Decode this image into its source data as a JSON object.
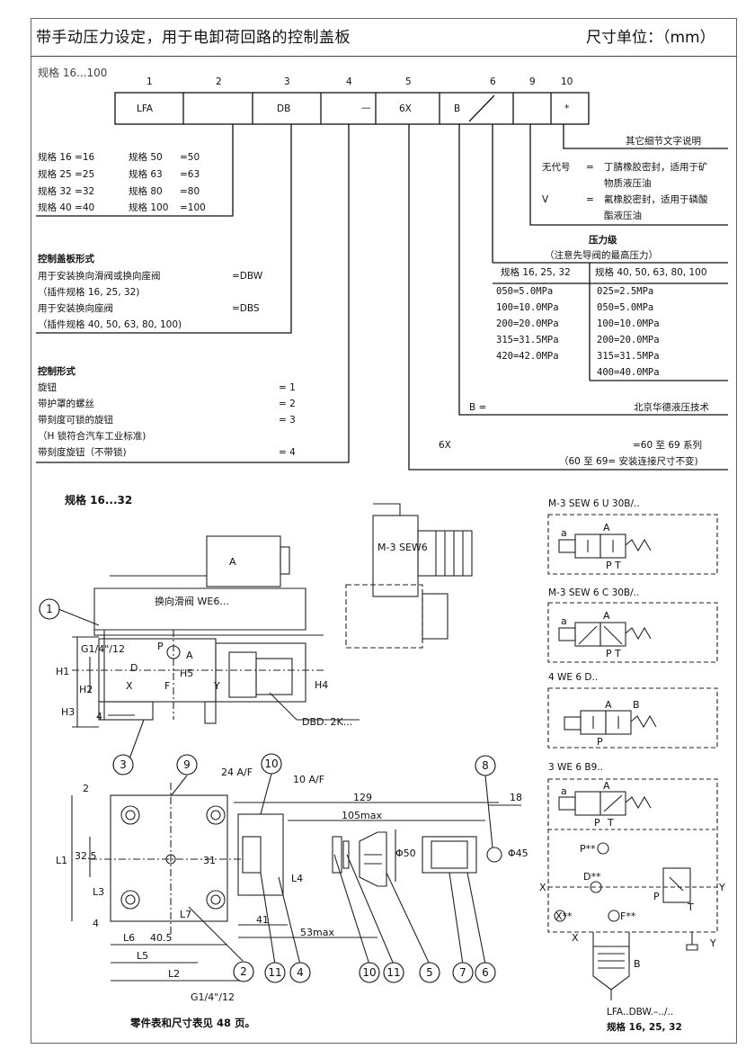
{
  "header": {
    "title": "带手动压力设定，用于电卸荷回路的控制盖板",
    "unit": "尺寸单位：（mm）"
  },
  "code": {
    "series_label": "规格 16...100",
    "positions": [
      "1",
      "2",
      "3",
      "4",
      "5",
      "6",
      "9",
      "10"
    ],
    "boxes": [
      "LFA",
      "",
      "DB",
      "—",
      "6X",
      "B",
      "",
      "*"
    ]
  },
  "sizes": {
    "rows": [
      [
        "规格 16 =16",
        "规格 50",
        "=50"
      ],
      [
        "规格 25 =25",
        "规格 63",
        "=63"
      ],
      [
        "规格 32 =32",
        "规格 80",
        "=80"
      ],
      [
        "规格 40 =40",
        "规格 100",
        "=100"
      ]
    ]
  },
  "cover_type": {
    "title": "控制盖板形式",
    "lines": [
      {
        "text": "用于安装换向滑阀或换向座阀",
        "code": "=DBW"
      },
      {
        "text": "（插件规格 16, 25, 32)",
        "code": ""
      },
      {
        "text": "用于安装换向座阀",
        "code": "=DBS"
      },
      {
        "text": "（插件规格 40, 50, 63, 80, 100)",
        "code": ""
      }
    ]
  },
  "control_type": {
    "title": "控制形式",
    "lines": [
      {
        "text": "旋钮",
        "code": "= 1"
      },
      {
        "text": "带护罩的螺丝",
        "code": "= 2"
      },
      {
        "text": "带刻度可锁的旋钮",
        "code": "= 3"
      },
      {
        "text": "（H 锁符合汽车工业标准)",
        "code": ""
      },
      {
        "text": "带刻度旋钮（不带锁)",
        "code": "= 4"
      }
    ]
  },
  "other_details": "其它细节文字说明",
  "seals": {
    "none_code": "无代号",
    "none_eq": "=",
    "none_text1": "丁腈橡胶密封，适用于矿",
    "none_text2": "物质液压油",
    "v_code": "V",
    "v_eq": "=",
    "v_text1": "氟橡胶密封，适用于磷酸",
    "v_text2": "酯液压油"
  },
  "pressure": {
    "title": "压力级",
    "subtitle": "（注意先导阀的最高压力）",
    "col1_head": "规格 16, 25, 32",
    "col2_head": "规格 40, 50, 63, 80, 100",
    "col1": [
      "050=5.0MPa",
      "100=10.0MPa",
      "200=20.0MPa",
      "315=31.5MPa",
      "420=42.0MPa"
    ],
    "col2": [
      "025=2.5MPa",
      "050=5.0MPa",
      "100=10.0MPa",
      "200=20.0MPa",
      "315=31.5MPa",
      "400=40.0MPa"
    ]
  },
  "b_line": {
    "code": "B =",
    "text": "北京华德液压技术"
  },
  "sixx_line": {
    "code": "6X",
    "text": "=60 至 69 系列",
    "note": "（60 至 69= 安装连接尺寸不变)"
  },
  "drawing": {
    "section_label": "规格 16...32",
    "valve_label": "换向滑阀 WE6...",
    "m3_label": "M-3 SEW6",
    "dbd_label": "DBD. 2K...",
    "solenoid_a": "A",
    "dims": [
      "H1",
      "H2",
      "H3",
      "H4",
      "H5",
      "G1/4\"/12",
      "D",
      "X",
      "F",
      "Y",
      "P",
      "A",
      "4",
      "24 A/F",
      "10 A/F",
      "129",
      "105max",
      "18",
      "41",
      "53max",
      "Φ50",
      "Φ45",
      "L1",
      "32.5",
      "L3",
      "L4",
      "L6",
      "40.5",
      "L5",
      "L2",
      "L7",
      "31",
      "G1/4\"/12",
      "4",
      "2"
    ],
    "balloons": [
      "1",
      "3",
      "9",
      "10",
      "8",
      "2",
      "11",
      "4",
      "10",
      "11",
      "5",
      "7",
      "6"
    ],
    "footer_note": "零件表和尺寸表见 48 页。"
  },
  "symbols": {
    "labels": [
      "M-3 SEW 6 U 30B/..",
      "M-3 SEW 6 C 30B/..",
      "4 WE 6 D..",
      "3 WE 6 B9.."
    ],
    "ports": {
      "a": "a",
      "A": "A",
      "B": "B",
      "P": "P",
      "T": "T",
      "X": "X",
      "Y": "Y",
      "Pss": "P**",
      "Dss": "D**",
      "Xss": "X**",
      "Fss": "F**"
    },
    "bottom1": "LFA..DBW.–../..",
    "bottom2": "规格 16, 25, 32"
  }
}
